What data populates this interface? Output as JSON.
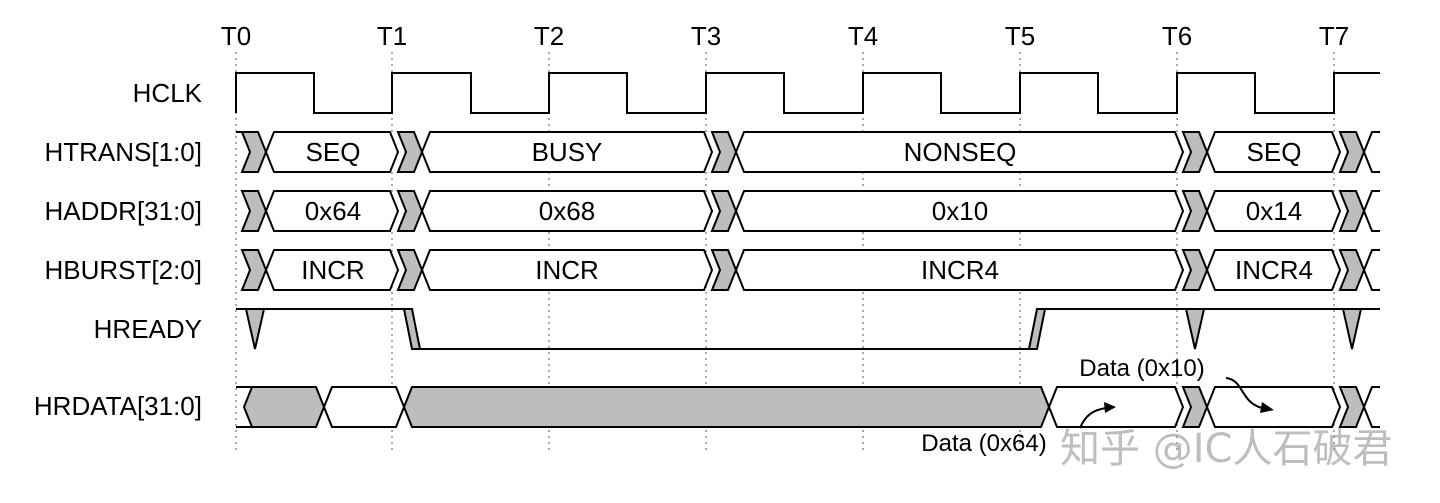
{
  "time_markers": [
    "T0",
    "T1",
    "T2",
    "T3",
    "T4",
    "T5",
    "T6",
    "T7"
  ],
  "signals": {
    "hclk": "HCLK",
    "htrans": "HTRANS[1:0]",
    "haddr": "HADDR[31:0]",
    "hburst": "HBURST[2:0]",
    "hready": "HREADY",
    "hrdata": "HRDATA[31:0]"
  },
  "htrans_values": [
    "SEQ",
    "BUSY",
    "NONSEQ",
    "SEQ"
  ],
  "haddr_values": [
    "0x64",
    "0x68",
    "0x10",
    "0x14"
  ],
  "hburst_values": [
    "INCR",
    "INCR",
    "INCR4",
    "INCR4"
  ],
  "annotations": {
    "data_0x10": "Data (0x10)",
    "data_0x64": "Data (0x64)"
  },
  "watermark": "知乎 @IC人石破君",
  "colors": {
    "shade": "#bdbdbd",
    "line": "#000000",
    "background": "#ffffff"
  }
}
